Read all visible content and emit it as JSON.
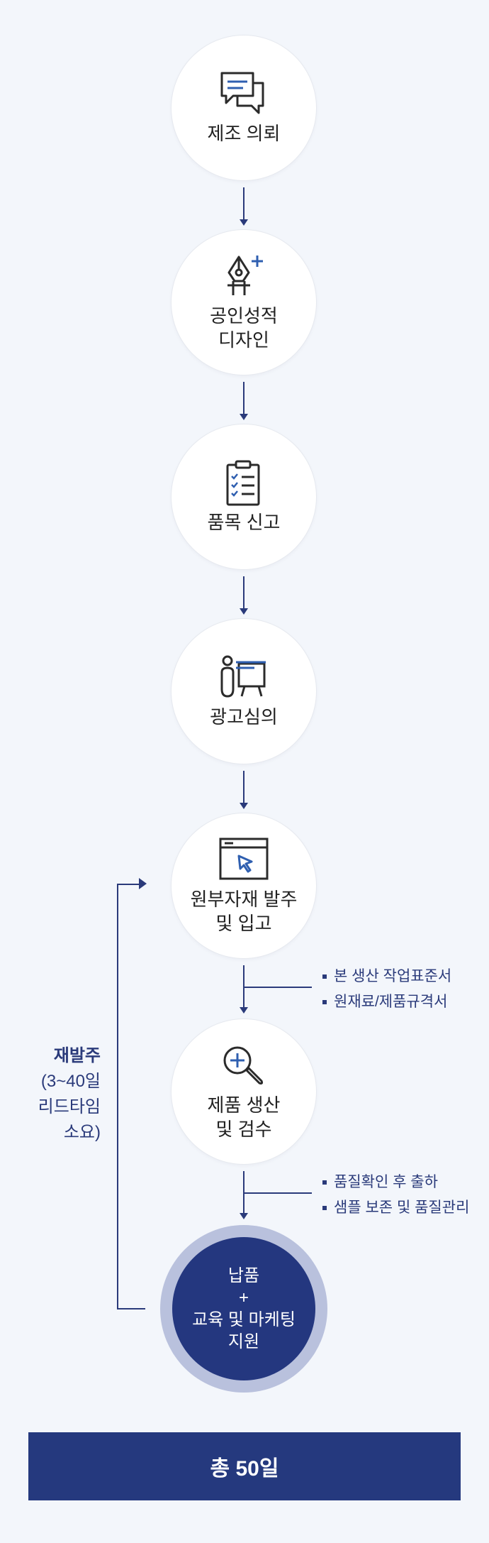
{
  "steps": [
    {
      "label": "제조 의뢰",
      "icon": "chat-bubbles-icon"
    },
    {
      "label": "공인성적\n디자인",
      "icon": "pen-nib-plus-icon"
    },
    {
      "label": "품목 신고",
      "icon": "clipboard-checklist-icon"
    },
    {
      "label": "광고심의",
      "icon": "presenter-board-icon"
    },
    {
      "label": "원부자재 발주\n및 입고",
      "icon": "browser-cursor-icon"
    },
    {
      "label": "제품 생산\n및 검수",
      "icon": "magnifier-plus-icon"
    }
  ],
  "final_step": {
    "line1": "납품",
    "line2": "+",
    "line3": "교육 및 마케팅",
    "line4": "지원"
  },
  "notes_a": [
    "본 생산 작업표준서",
    "원재료/제품규격서"
  ],
  "notes_b": [
    "품질확인 후 출하",
    "샘플 보존 및 품질관리"
  ],
  "reorder": {
    "title": "재발주",
    "desc": "(3~40일\n리드타임\n소요)"
  },
  "total": "총 50일",
  "colors": {
    "navy": "#25397e",
    "ring": "#b9c1dd",
    "background": "#f3f6fb"
  }
}
